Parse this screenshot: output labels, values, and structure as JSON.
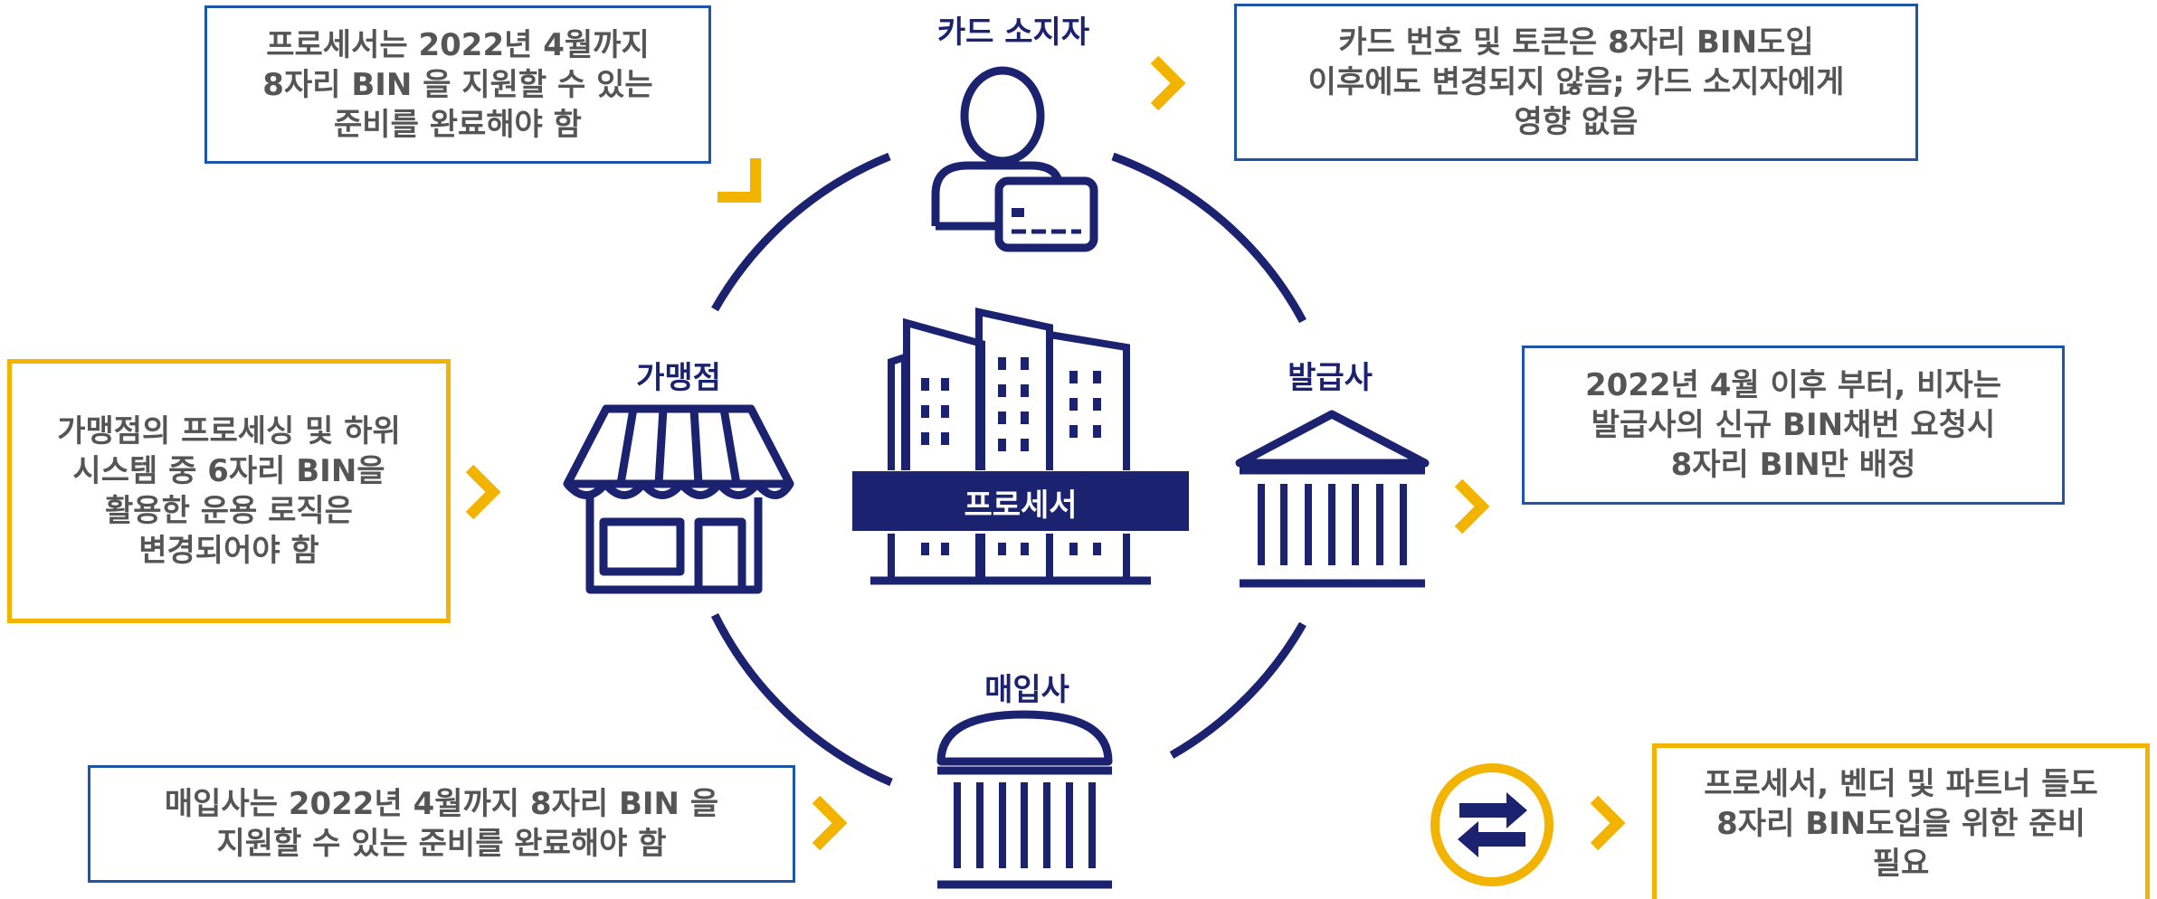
{
  "boxes": {
    "processor_req": "프로세서는 2022년 4월까지\n8자리 BIN 을 지원할 수 있는\n준비를 완료해야 함",
    "cardholder_info": "카드 번호 및 토큰은 8자리 BIN도입\n이후에도 변경되지 않음; 카드 소지자에게\n영향 없음",
    "merchant_info": "가맹점의 프로세싱 및 하위\n시스템 중 6자리 BIN을\n활용한 운용 로직은\n변경되어야 함",
    "issuer_info": "2022년 4월 이후 부터, 비자는\n발급사의 신규 BIN채번 요청시\n8자리 BIN만 배정",
    "acquirer_info": "매입사는 2022년 4월까지 8자리 BIN 을\n지원할 수 있는 준비를 완료해야 함",
    "vendor_info": "프로세서, 벤더 및 파트너 들도\n8자리 BIN도입을 위한 준비\n필요"
  },
  "labels": {
    "cardholder": "카드 소지자",
    "merchant": "가맹점",
    "issuer": "발급사",
    "acquirer": "매입사",
    "processor": "프로세서"
  },
  "colors": {
    "navy": "#1b2370",
    "gold": "#f2b400",
    "blue_border": "#1f55a8",
    "text": "#555555"
  },
  "icons": [
    "cardholder-icon",
    "store-icon",
    "building-icon",
    "bank-icon",
    "exchange-icon",
    "chevron-right-icon"
  ]
}
